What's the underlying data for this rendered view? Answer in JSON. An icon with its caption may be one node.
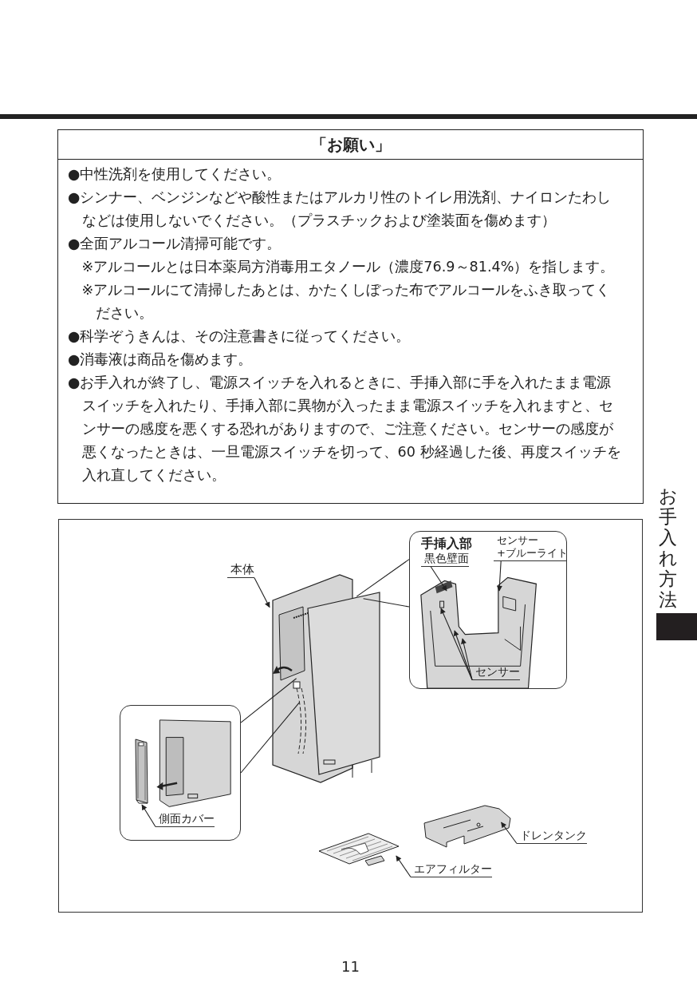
{
  "diagram": {
    "nodes": [
      {
        "text": [
          "「お願い」",
          "●中性洗剤を使用してください。",
          "●シンナー、ベンジンなどや酸性またはアルカリ性のトイレ用洗剤、ナイロンたわしなどは使用しないでください。（プラスチックおよび塗装面を傷めます）",
          "●全面アルコール清掃可能です。",
          "※アルコールとは日本薬局方消毒用エタノール（濃度76.9～81.4%）を指します。",
          "※アルコールにて清掃したあとは、かたくしぼった布でアルコールをふき取ってください。",
          "●科学ぞうきんは、その注意書きに従ってください。",
          "●消毒液は商品を傷めます。",
          "●お手入れが終了し、電源スイッチを入れるときに、手挿入部に手を入れたまま電源スイッチを入れたり、手挿入部に異物が入ったまま電源スイッチを入れますと、センサーの感度を悪くする恐れがありますので、ご注意ください。センサーの感度が悪くなったときは、一旦電源スイッチを切って、60 秒経過した後、再度スイッチを入れ直してください。"
        ]
      },
      {
        "text": [
          "本体"
        ]
      },
      {
        "text": [],
        "shape": "picture"
      },
      {
        "text": [
          "手挿入部"
        ]
      },
      {
        "text": [
          "黒色壁面"
        ],
        "in": 3
      },
      {
        "text": [
          "センサー +ブルーライト"
        ],
        "in": 3
      },
      {
        "text": [
          "センサー"
        ],
        "in": 3
      },
      {
        "text": [],
        "shape": "box"
      },
      {
        "text": [
          "側面カバー"
        ],
        "in": 7
      },
      {
        "text": [],
        "shape": "picture",
        "in": 7
      },
      {
        "text": [],
        "shape": "picture"
      },
      {
        "text": [
          "ドレンタンク"
        ]
      },
      {
        "text": [],
        "shape": "picture"
      },
      {
        "text": [
          "エアフィルター"
        ]
      }
    ],
    "edges": [
      {
        "from": 1,
        "to": 2,
        "arrow": "to"
      },
      {
        "from": 4,
        "to": null,
        "arrow": "to"
      },
      {
        "from": 5,
        "to": null,
        "arrow": "to"
      },
      {
        "from": 6,
        "to": null,
        "arrow": "to"
      },
      {
        "from": 6,
        "to": null,
        "arrow": "to"
      },
      {
        "from": 6,
        "to": null,
        "arrow": "to"
      },
      {
        "from": 8,
        "to": 9,
        "arrow": "to"
      },
      {
        "from": 11,
        "to": 10,
        "arrow": "to"
      },
      {
        "from": 13,
        "to": 12,
        "arrow": "to"
      },
      {
        "from": 2,
        "to": 3,
        "arrow": "none"
      },
      {
        "from": 2,
        "to": 7,
        "arrow": "none"
      }
    ],
    "labels": [
      "お手入れ方法",
      "11"
    ]
  }
}
